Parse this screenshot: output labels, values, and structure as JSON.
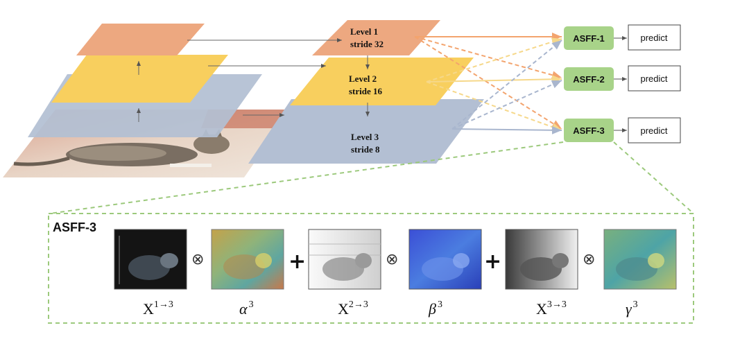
{
  "pyramid": {
    "level1_line1": "Level 1",
    "level1_line2": "stride 32",
    "level2_line1": "Level 2",
    "level2_line2": "stride 16",
    "level3_line1": "Level 3",
    "level3_line2": "stride 8"
  },
  "asff_nodes": [
    "ASFF-1",
    "ASFF-2",
    "ASFF-3"
  ],
  "predict_label": "predict",
  "detail": {
    "title": "ASFF-3",
    "x_base": "X",
    "x_sup": [
      "1→3",
      "2→3",
      "3→3"
    ],
    "weights": [
      {
        "sym": "α",
        "sup": "3"
      },
      {
        "sym": "β",
        "sup": "3"
      },
      {
        "sym": "γ",
        "sup": "3"
      }
    ],
    "times_symbol": "⊗",
    "plus_symbol": "+"
  },
  "colors": {
    "orange": "#EDA880",
    "yellow": "#F8CF5E",
    "blue": "#B3BFD3",
    "green": "#A8D389",
    "dashed_border": "#9CC97C"
  }
}
